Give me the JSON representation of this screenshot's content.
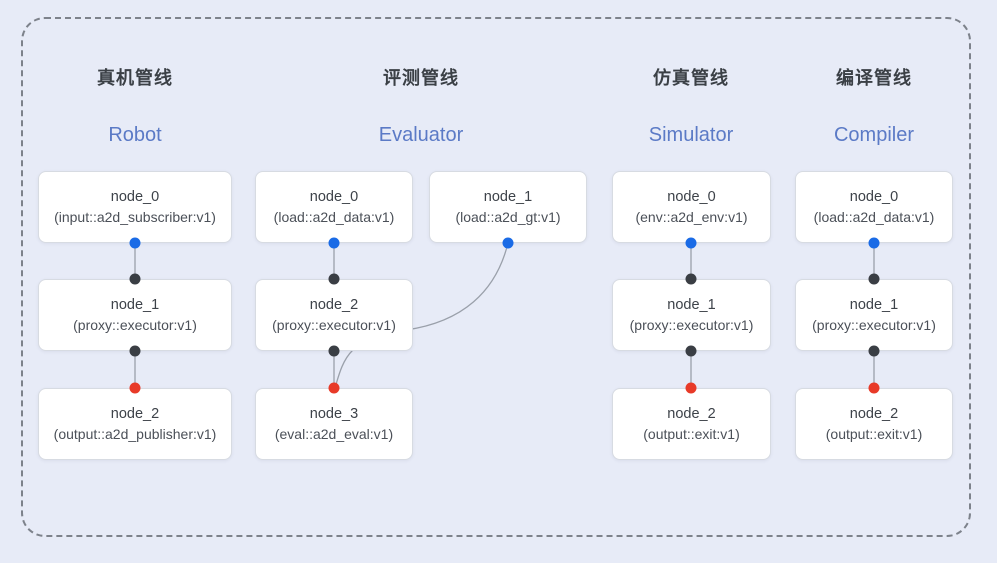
{
  "colors": {
    "background": "#e7ebf7",
    "frame_dash": "#7d828b",
    "title_zh": "#3b4046",
    "title_en": "#5b7ac6",
    "node_bg": "#ffffff",
    "node_border": "#d7dbe2",
    "node_title": "#3d4249",
    "node_subtitle": "#4b5058",
    "edge": "#9aa0aa",
    "port_blue": "#1a6be6",
    "port_dark": "#3a3e44",
    "port_red": "#e83a28"
  },
  "pipelines": [
    {
      "title_zh": "真机管线",
      "title_en": "Robot",
      "nodes": [
        {
          "name": "node_0",
          "type": "(input::a2d_subscriber:v1)",
          "ports": {
            "out": "blue"
          }
        },
        {
          "name": "node_1",
          "type": "(proxy::executor:v1)",
          "ports": {
            "in": "dark",
            "out": "dark"
          }
        },
        {
          "name": "node_2",
          "type": "(output::a2d_publisher:v1)",
          "ports": {
            "in": "red"
          }
        }
      ],
      "connections": [
        [
          "node_0",
          "node_1"
        ],
        [
          "node_1",
          "node_2"
        ]
      ]
    },
    {
      "title_zh": "评测管线",
      "title_en": "Evaluator",
      "nodes": [
        {
          "name": "node_0",
          "type": "(load::a2d_data:v1)",
          "ports": {
            "out": "blue"
          }
        },
        {
          "name": "node_1",
          "type": "(load::a2d_gt:v1)",
          "ports": {
            "out": "blue"
          }
        },
        {
          "name": "node_2",
          "type": "(proxy::executor:v1)",
          "ports": {
            "in": "dark",
            "out": "dark"
          }
        },
        {
          "name": "node_3",
          "type": "(eval::a2d_eval:v1)",
          "ports": {
            "in": "red"
          }
        }
      ],
      "connections": [
        [
          "node_0",
          "node_2"
        ],
        [
          "node_2",
          "node_3"
        ],
        [
          "node_1",
          "node_3"
        ]
      ]
    },
    {
      "title_zh": "仿真管线",
      "title_en": "Simulator",
      "nodes": [
        {
          "name": "node_0",
          "type": "(env::a2d_env:v1)",
          "ports": {
            "out": "blue"
          }
        },
        {
          "name": "node_1",
          "type": "(proxy::executor:v1)",
          "ports": {
            "in": "dark",
            "out": "dark"
          }
        },
        {
          "name": "node_2",
          "type": "(output::exit:v1)",
          "ports": {
            "in": "red"
          }
        }
      ],
      "connections": [
        [
          "node_0",
          "node_1"
        ],
        [
          "node_1",
          "node_2"
        ]
      ]
    },
    {
      "title_zh": "编译管线",
      "title_en": "Compiler",
      "nodes": [
        {
          "name": "node_0",
          "type": "(load::a2d_data:v1)",
          "ports": {
            "out": "blue"
          }
        },
        {
          "name": "node_1",
          "type": "(proxy::executor:v1)",
          "ports": {
            "in": "dark",
            "out": "dark"
          }
        },
        {
          "name": "node_2",
          "type": "(output::exit:v1)",
          "ports": {
            "in": "red"
          }
        }
      ],
      "connections": [
        [
          "node_0",
          "node_1"
        ],
        [
          "node_1",
          "node_2"
        ]
      ]
    }
  ]
}
